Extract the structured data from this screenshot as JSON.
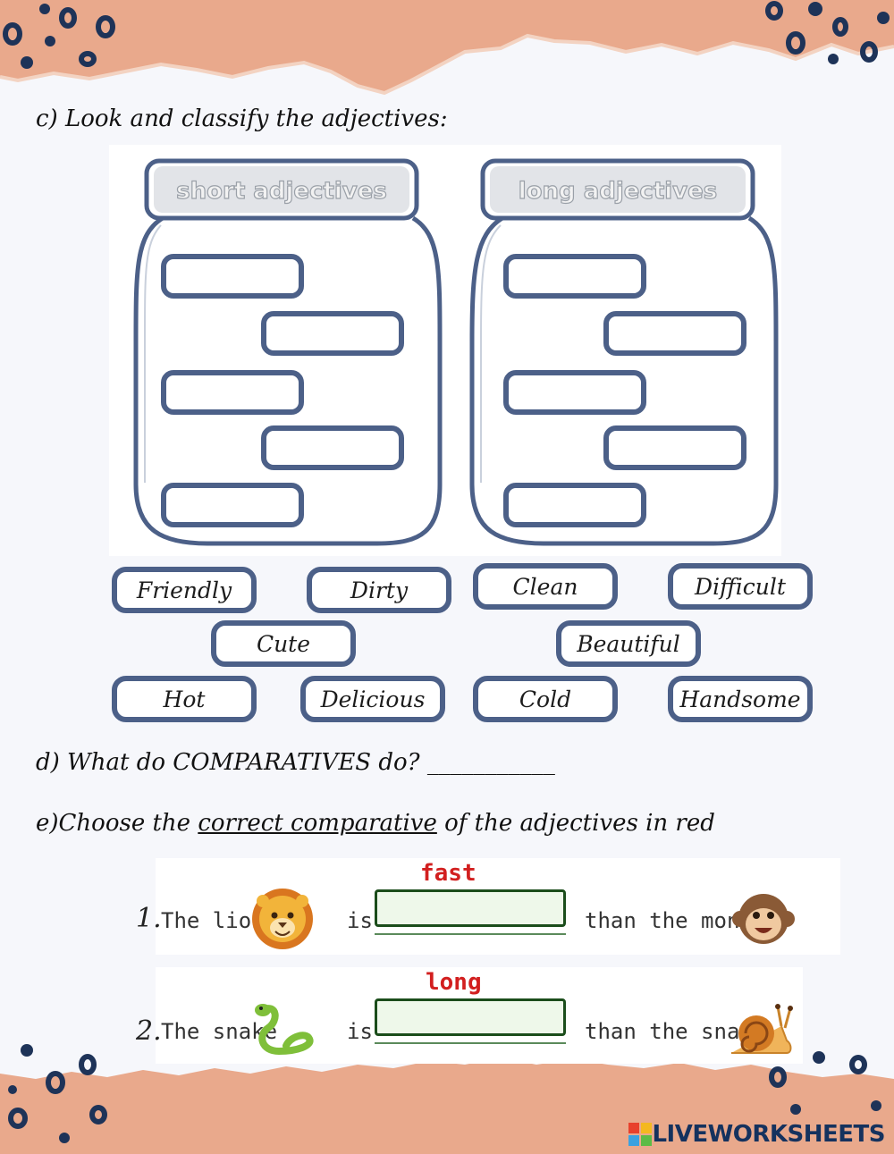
{
  "headings": {
    "c": "c) Look and classify the adjectives:",
    "d": "d) What do COMPARATIVES do? ___________",
    "e_prefix": "e)Choose the ",
    "e_underlined": "correct comparative",
    "e_suffix": " of the adjectives in red"
  },
  "jars": {
    "left_label": "short adjectives",
    "right_label": "long adjectives"
  },
  "words": {
    "w1": "Friendly",
    "w2": "Dirty",
    "w3": "Clean",
    "w4": "Difficult",
    "w5": "Cute",
    "w6": "Beautiful",
    "w7": "Hot",
    "w8": "Delicious",
    "w9": "Cold",
    "w10": "Handsome"
  },
  "questions": [
    {
      "number": "1.",
      "subject": "The lion",
      "verb": "is",
      "adjective": "fast",
      "rest": "than the monkey",
      "subject_icon": "lion-icon",
      "object_icon": "monkey-icon"
    },
    {
      "number": "2.",
      "subject": "The snake",
      "verb": "is",
      "adjective": "long",
      "rest": "than the snail",
      "subject_icon": "snake-icon",
      "object_icon": "snail-icon"
    }
  ],
  "branding": {
    "text": "LIVEWORKSHEETS"
  },
  "colors": {
    "border": "#4c6088",
    "paper": "#e9a98c",
    "dots": "#1e3358",
    "red": "#d21f1f"
  }
}
